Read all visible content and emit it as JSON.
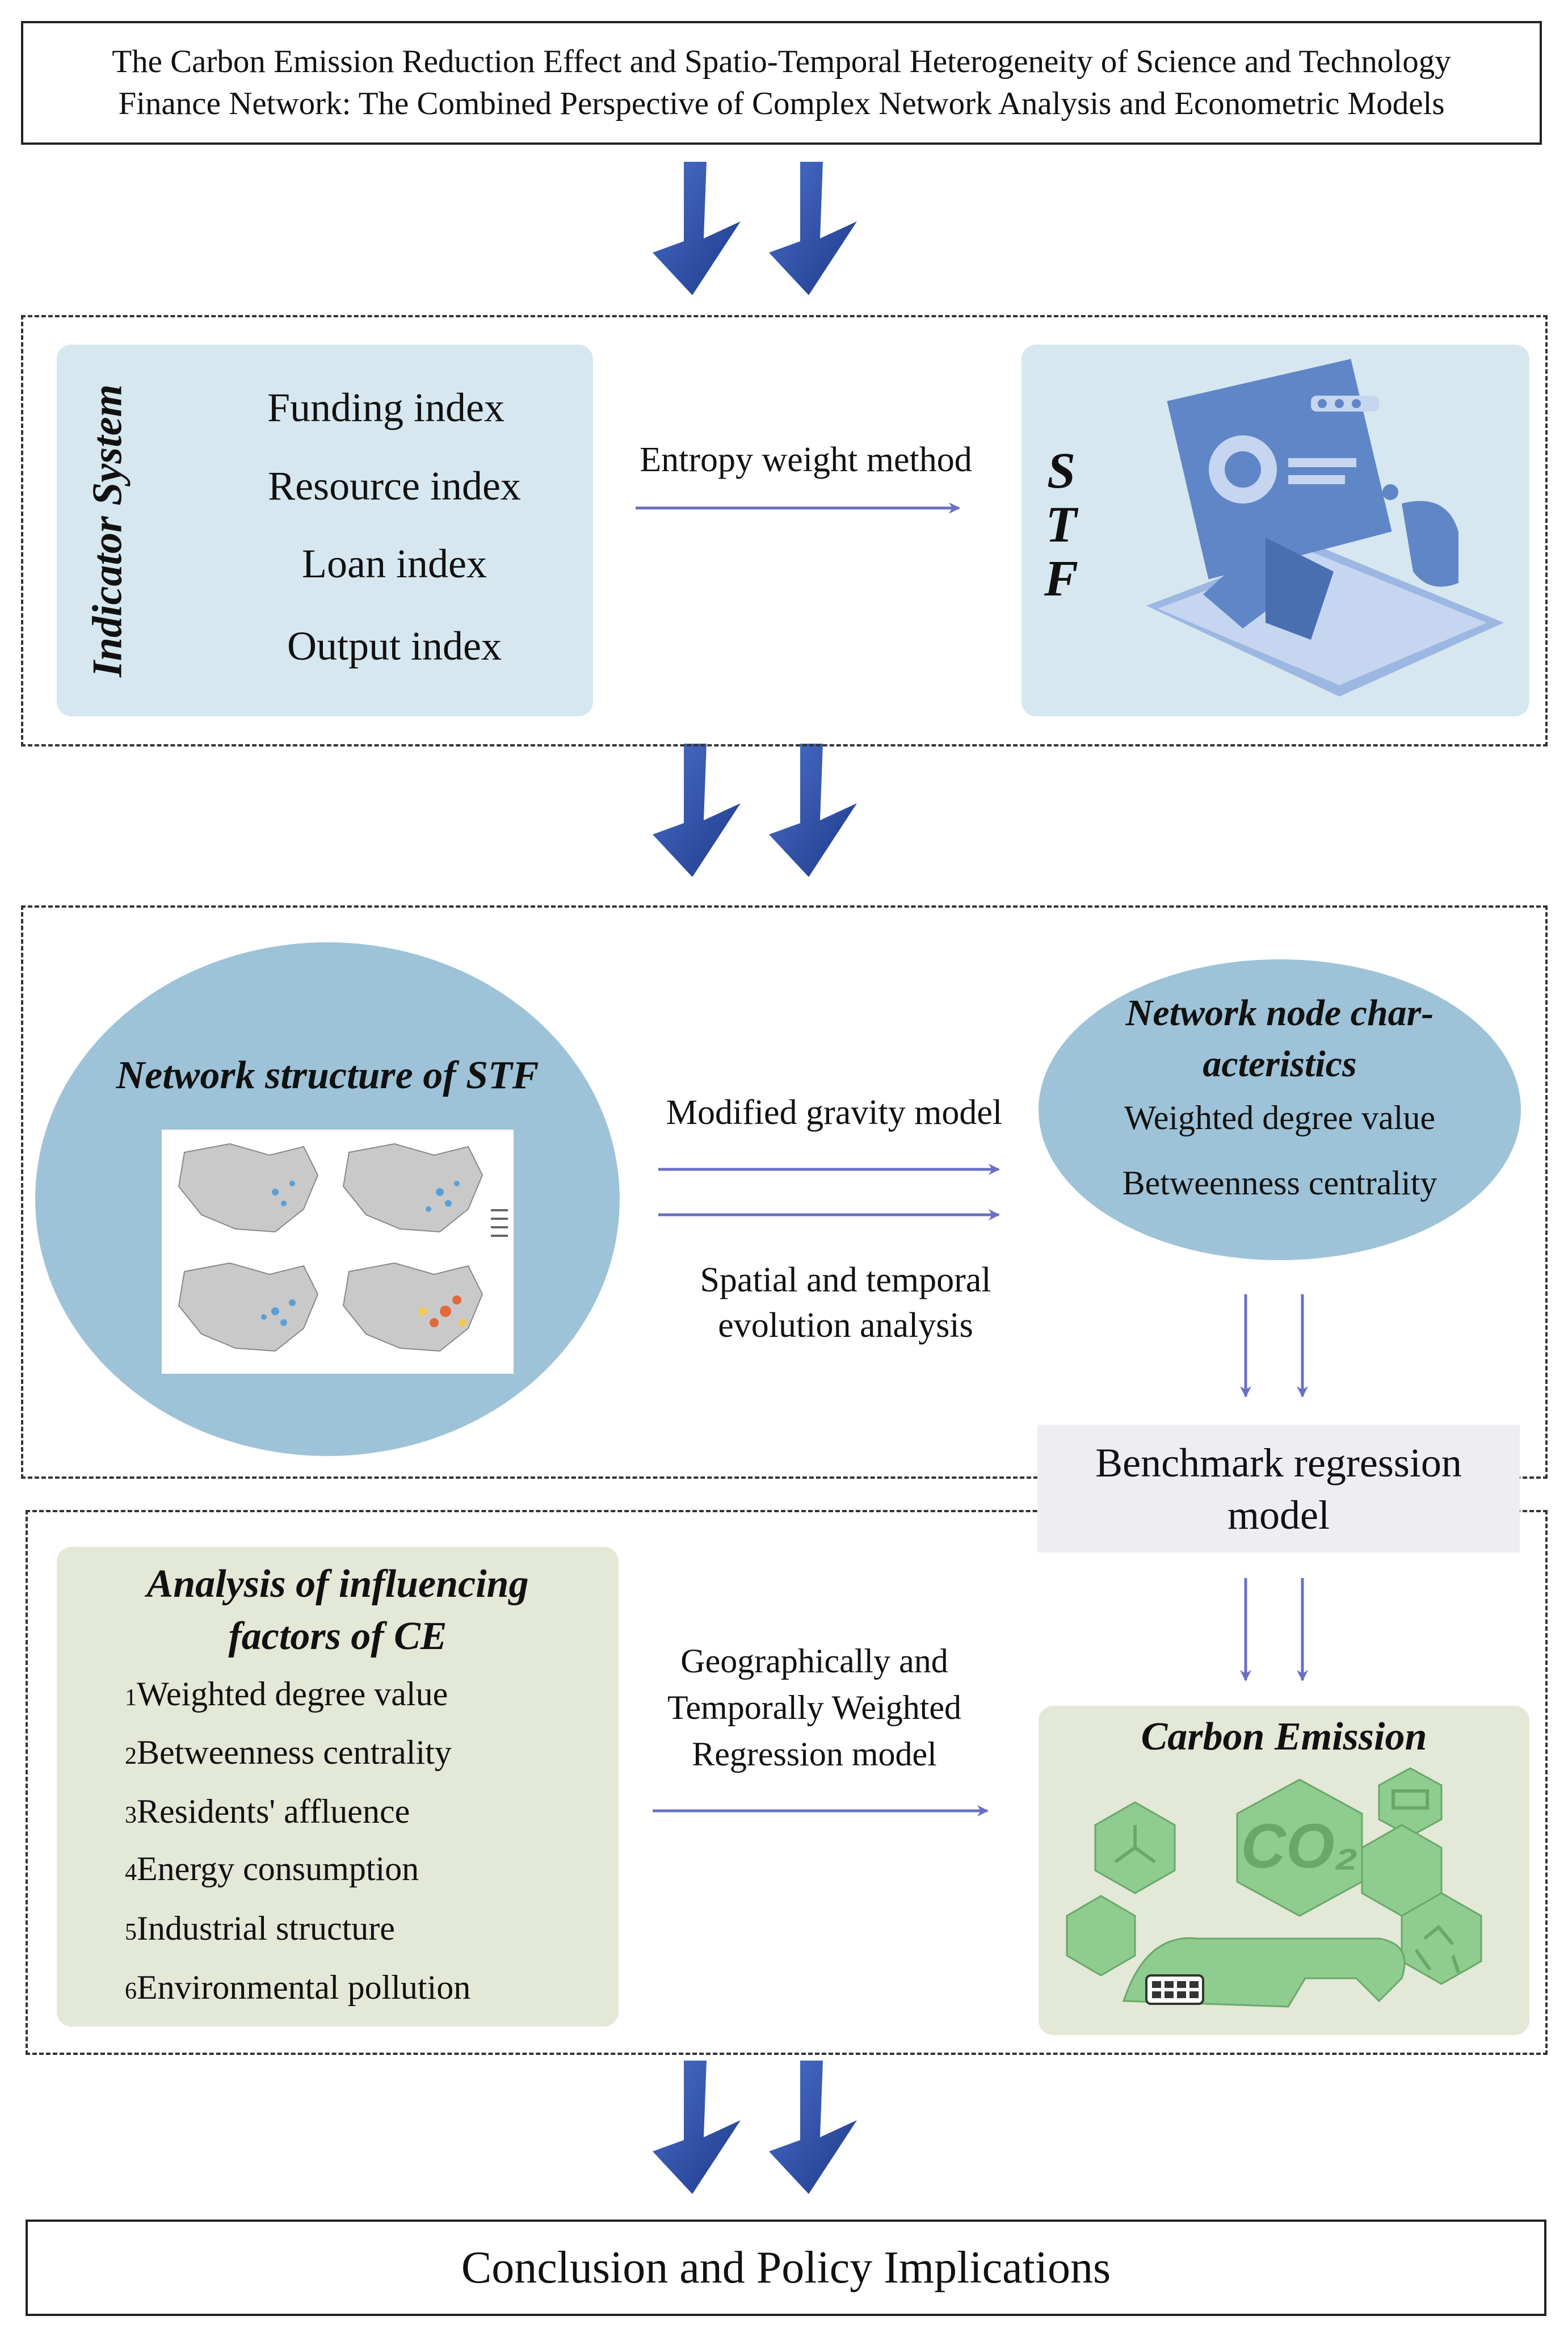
{
  "title": {
    "line1": "The Carbon Emission Reduction Effect and Spatio-Temporal Heterogeneity of Science and Technology",
    "line2": "Finance Network: The Combined Perspective of Complex Network Analysis and Econometric Models"
  },
  "indicator_system": {
    "label": "Indicator System",
    "items": [
      "Funding index",
      "Resource index",
      "Loan index",
      "Output index"
    ]
  },
  "entropy_method": "Entropy weight method",
  "stf_letters": [
    "S",
    "T",
    "F"
  ],
  "network_structure": {
    "title": "Network structure of STF"
  },
  "gravity_model": "Modified gravity model",
  "spatial_analysis": {
    "line1": "Spatial and temporal",
    "line2": "evolution analysis"
  },
  "node_characteristics": {
    "title_line1": "Network node char-",
    "title_line2": "acteristics",
    "item1": "Weighted degree value",
    "item2": "Betweenness centrality"
  },
  "benchmark": {
    "line1": "Benchmark regression",
    "line2": "model"
  },
  "influencing_factors": {
    "title_line1": "Analysis of influencing",
    "title_line2": "factors of CE",
    "items": [
      {
        "num": "1",
        "text": "Weighted degree value"
      },
      {
        "num": "2",
        "text": "Betweenness centrality"
      },
      {
        "num": "3",
        "text": "Residents' affluence"
      },
      {
        "num": "4",
        "text": "Energy consumption"
      },
      {
        "num": "5",
        "text": "Industrial structure"
      },
      {
        "num": "6",
        "text": "Environmental pollution"
      }
    ]
  },
  "gtwr": {
    "line1": "Geographically and",
    "line2": "Temporally Weighted",
    "line3": "Regression model"
  },
  "carbon_emission": {
    "title": "Carbon Emission",
    "co2_label": "CO₂"
  },
  "conclusion": "Conclusion and Policy Implications",
  "colors": {
    "panel_blue": "#d6e7ef",
    "panel_green": "#e3e8d7",
    "ellipse_blue": "#9ec3d8",
    "arrow_blue": "#2f4fa3",
    "thin_arrow": "#6a6fc4",
    "icon_blue": "#5f86c6",
    "icon_green": "#8fcc8f"
  }
}
